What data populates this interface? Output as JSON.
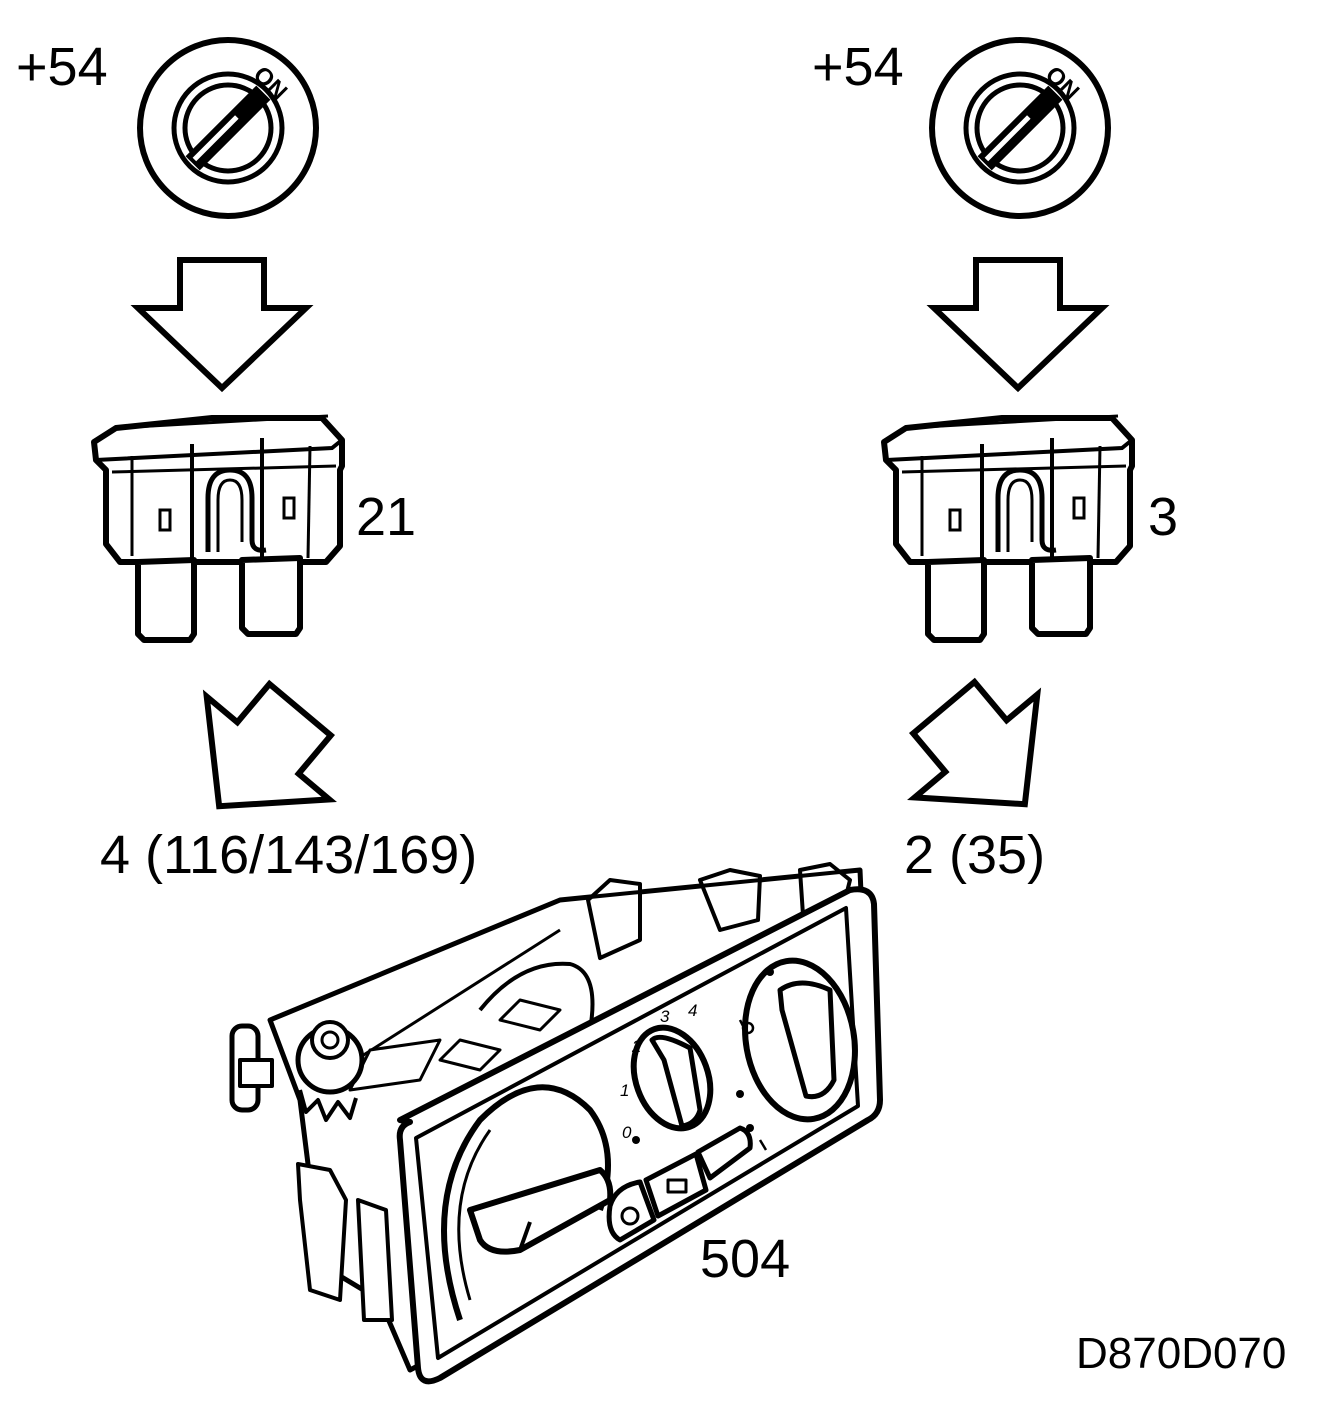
{
  "left_chain": {
    "supply_label": "+54",
    "switch_on_text": "ON",
    "fuse_number": "21",
    "terminal_label": "4 (116/143/169)"
  },
  "right_chain": {
    "supply_label": "+54",
    "switch_on_text": "ON",
    "fuse_number": "3",
    "terminal_label": "2 (35)"
  },
  "control_panel": {
    "component_number": "504",
    "fan_dial_marks": [
      "0",
      "1",
      "2",
      "3",
      "4"
    ]
  },
  "figure_code": "D870D070"
}
